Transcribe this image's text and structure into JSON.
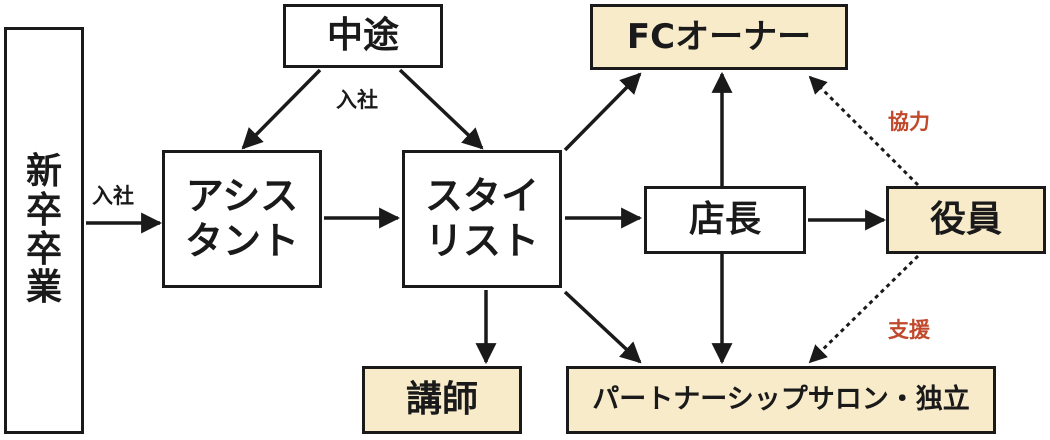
{
  "colors": {
    "border": "#1a1a1a",
    "highlight_fill": "#f8ebca",
    "plain_fill": "#ffffff",
    "relation_label": "#c0492b"
  },
  "nodes": {
    "new_grad": "新卒卒業",
    "mid_career": "中途",
    "assistant": "アシス\nタント",
    "stylist": "スタイ\nリスト",
    "fc_owner": "FCオーナー",
    "store_manager": "店長",
    "executive": "役員",
    "instructor": "講師",
    "partnership": "パートナーシップサロン・独立"
  },
  "edge_labels": {
    "join_new_grad": "入社",
    "join_mid_career": "入社",
    "cooperation": "協力",
    "support": "支援"
  }
}
